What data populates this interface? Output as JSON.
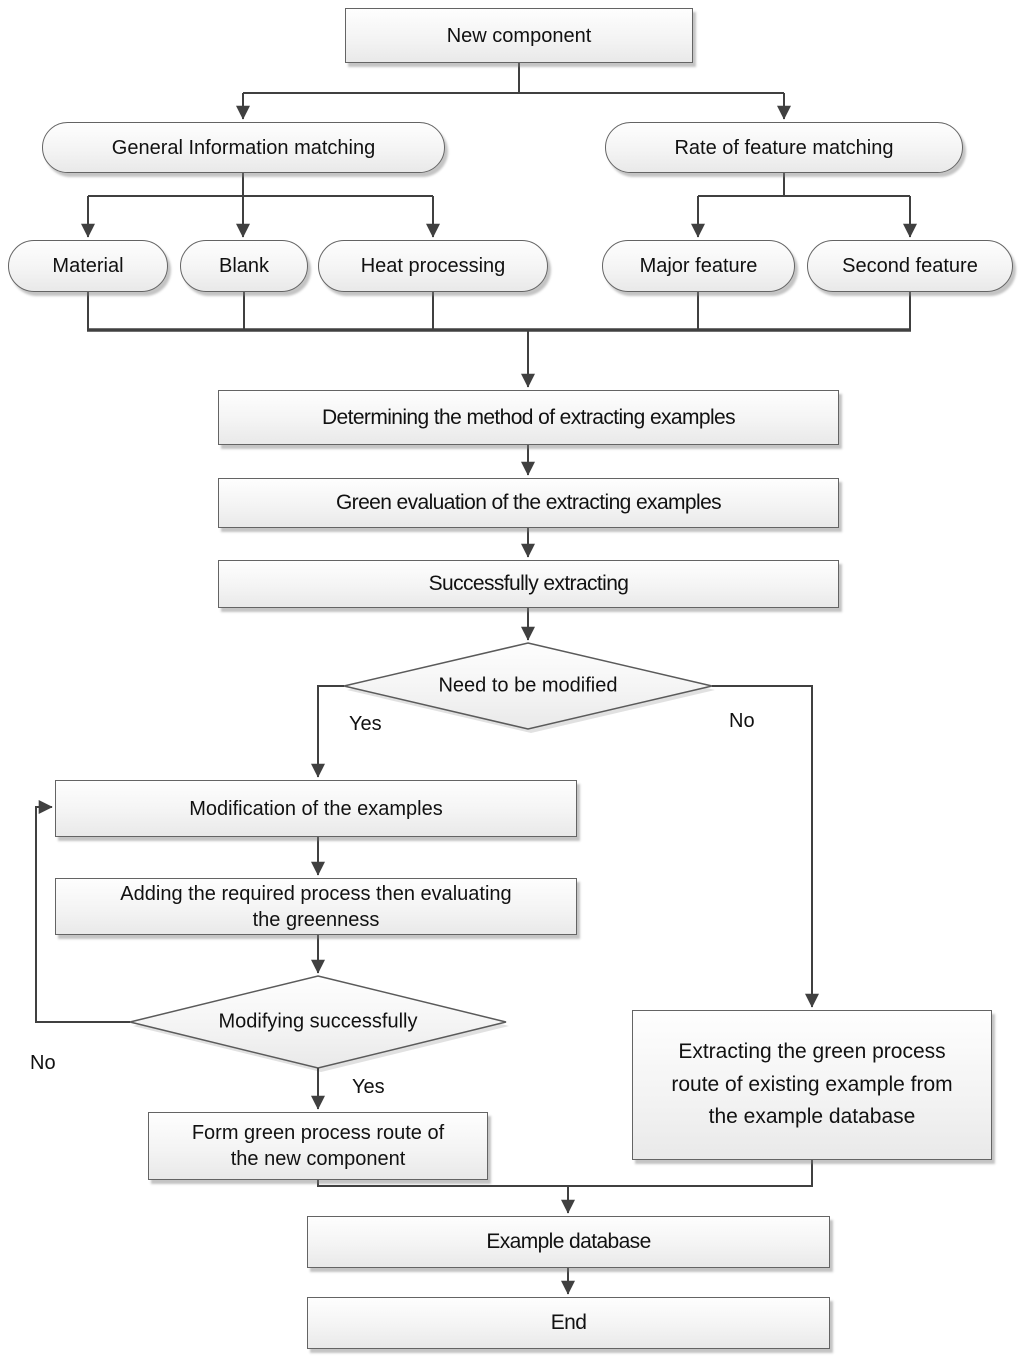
{
  "nodes": {
    "new_component": "New component",
    "general_info_matching": "General Information matching",
    "rate_of_feature_matching": "Rate of feature matching",
    "material": "Material",
    "blank": "Blank",
    "heat_processing": "Heat processing",
    "major_feature": "Major feature",
    "second_feature": "Second feature",
    "determining_method": "Determining the method of extracting examples",
    "green_evaluation": "Green evaluation of the extracting examples",
    "successfully_extracting": "Successfully extracting",
    "need_to_be_modified": "Need to be modified",
    "modification_of_examples": "Modification of the examples",
    "adding_required_process": "Adding the required process then evaluating\nthe greenness",
    "modifying_successfully": "Modifying successfully",
    "form_green_route": "Form green process route of\nthe new component",
    "extracting_existing_route": "Extracting the green process\nroute of existing example from\nthe example database",
    "example_database": "Example database",
    "end": "End"
  },
  "edge_labels": {
    "need_modified_yes": "Yes",
    "need_modified_no": "No",
    "modifying_yes": "Yes",
    "modifying_no": "No"
  },
  "colors": {
    "line": "#404040",
    "node_border": "#646464",
    "node_fill_top": "#fefefe",
    "node_fill_bottom": "#e9e9e9",
    "text": "#111111",
    "background": "#ffffff"
  }
}
